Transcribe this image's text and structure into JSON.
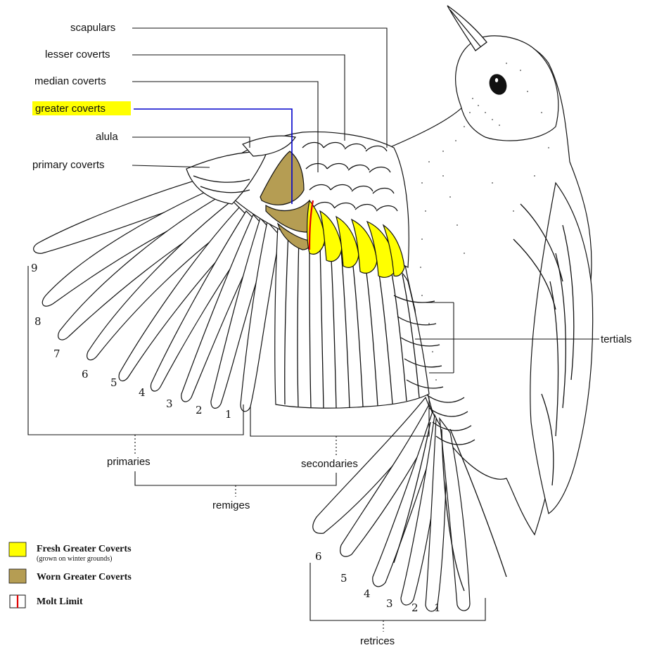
{
  "labels": {
    "scapulars": "scapulars",
    "lesser_coverts": "lesser coverts",
    "median_coverts": "median coverts",
    "greater_coverts": "greater coverts",
    "alula": "alula",
    "primary_coverts": "primary coverts",
    "tertials": "tertials",
    "primaries": "primaries",
    "secondaries": "secondaries",
    "remiges": "remiges",
    "retrices": "retrices"
  },
  "primary_numbers": [
    "9",
    "8",
    "7",
    "6",
    "5",
    "4",
    "3",
    "2",
    "1"
  ],
  "tail_numbers": [
    "6",
    "5",
    "4",
    "3",
    "2",
    "1"
  ],
  "legend": {
    "fresh": "Fresh Greater Coverts",
    "fresh_note": "(grown on winter grounds)",
    "worn": "Worn Greater Coverts",
    "molt": "Molt Limit"
  },
  "colors": {
    "fresh": "#ffff00",
    "worn": "#b59d53",
    "molt_limit": "#e00000",
    "highlight_label": "#ffff00",
    "greater_coverts_leader": "#0000cc"
  }
}
